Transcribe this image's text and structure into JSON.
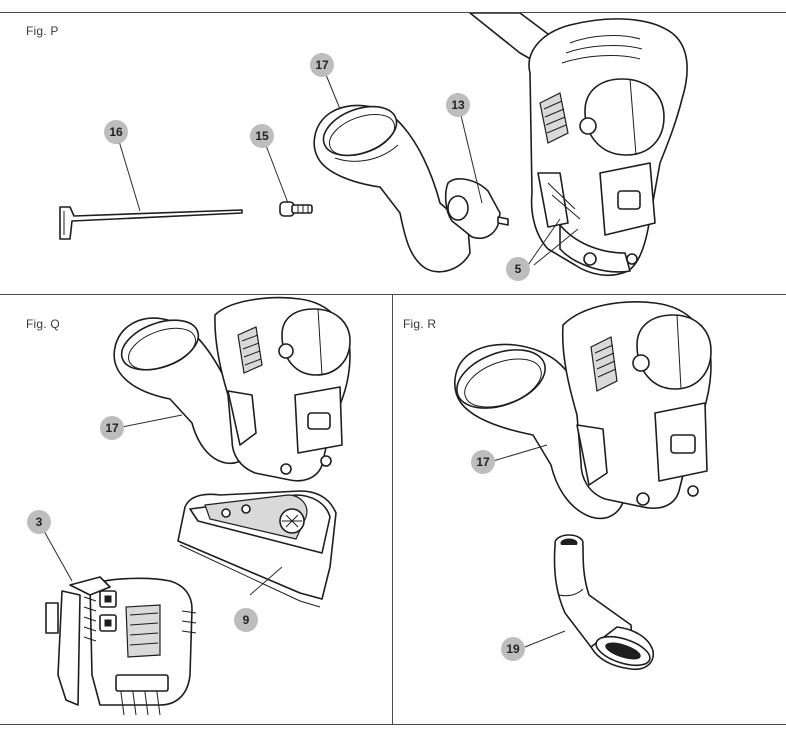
{
  "figures": {
    "p": {
      "label": "Fig. P",
      "callouts": {
        "c16": "16",
        "c15": "15",
        "c17": "17",
        "c13": "13",
        "c5": "5"
      }
    },
    "q": {
      "label": "Fig. Q",
      "callouts": {
        "c17": "17",
        "c3": "3",
        "c9": "9"
      }
    },
    "r": {
      "label": "Fig. R",
      "callouts": {
        "c17": "17",
        "c19": "19"
      }
    }
  },
  "icons": {
    "hex_key": "hex-key-icon",
    "screw": "screw-icon",
    "dust_adaptor": "dust-adaptor-icon",
    "clamp": "clamp-icon",
    "tool_head": "oscillating-tool-head-icon",
    "sanding_pad": "sanding-pad-icon",
    "extraction_nozzle": "extraction-nozzle-icon"
  },
  "colors": {
    "line": "#1e1e1e",
    "callout_fill": "#bdbdbd",
    "rule": "#4a4a4a"
  }
}
